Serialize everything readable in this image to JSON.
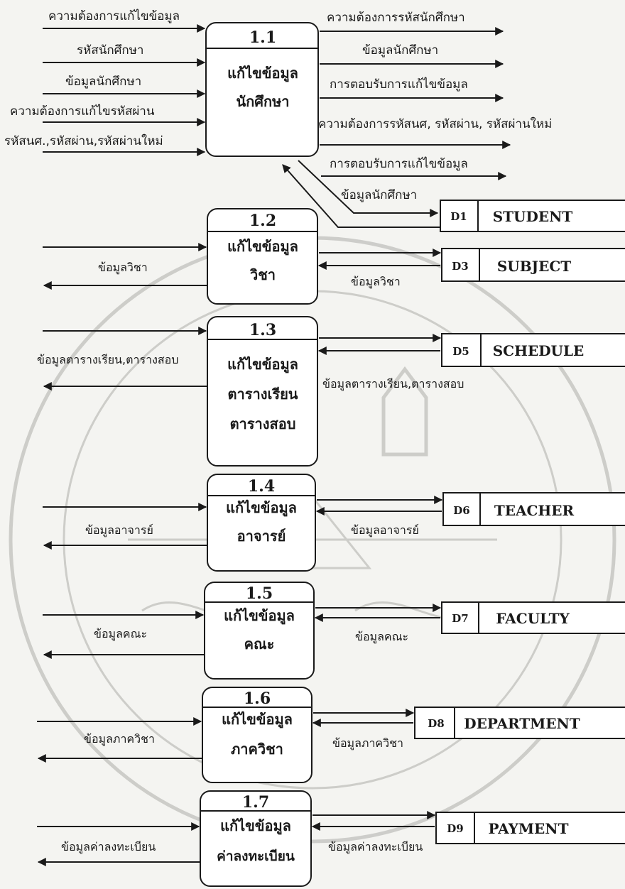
{
  "processes": [
    {
      "id": "1.1",
      "title": "แก้ไขข้อมูล",
      "subtitle": "นักศึกษา"
    },
    {
      "id": "1.2",
      "title": "แก้ไขข้อมูล",
      "subtitle": "วิชา"
    },
    {
      "id": "1.3",
      "title": "แก้ไขข้อมูล",
      "subtitle": "ตารางเรียน",
      "subtitle2": "ตารางสอบ"
    },
    {
      "id": "1.4",
      "title": "แก้ไขข้อมูล",
      "subtitle": "อาจารย์"
    },
    {
      "id": "1.5",
      "title": "แก้ไขข้อมูล",
      "subtitle": "คณะ"
    },
    {
      "id": "1.6",
      "title": "แก้ไขข้อมูล",
      "subtitle": "ภาควิชา"
    },
    {
      "id": "1.7",
      "title": "แก้ไขข้อมูล",
      "subtitle": "ค่าลงทะเบียน"
    }
  ],
  "datastores": [
    {
      "id": "D1",
      "name": "STUDENT"
    },
    {
      "id": "D3",
      "name": "SUBJECT"
    },
    {
      "id": "D5",
      "name": "SCHEDULE"
    },
    {
      "id": "D6",
      "name": "TEACHER"
    },
    {
      "id": "D7",
      "name": "FACULTY"
    },
    {
      "id": "D8",
      "name": "DEPARTMENT"
    },
    {
      "id": "D9",
      "name": "PAYMENT"
    }
  ],
  "flows": {
    "p11_in": [
      "ความต้องการแก้ไขข้อมูล",
      "รหัสนักศึกษา",
      "ข้อมูลนักศึกษา",
      "ความต้องการแก้ไขรหัสผ่าน",
      "รหัสนศ.,รหัสผ่าน,รหัสผ่านใหม่"
    ],
    "p11_out": [
      "ความต้องการรหัสนักศึกษา",
      "ข้อมูลนักศึกษา",
      "การตอบรับการแก้ไขข้อมูล",
      "ความต้องการรหัสนศ, รหัสผ่าน, รหัสผ่านใหม่",
      "การตอบรับการแก้ไขข้อมูล"
    ],
    "d1": "ข้อมูลนักศึกษา",
    "p12_left": "ข้อมูลวิชา",
    "p12_right": "ข้อมูลวิชา",
    "p13_left": "ข้อมูลตารางเรียน,ตารางสอบ",
    "p13_right": "ข้อมูลตารางเรียน,ตารางสอบ",
    "p14_left": "ข้อมูลอาจารย์",
    "p14_right": "ข้อมูลอาจารย์",
    "p15_left": "ข้อมูลคณะ",
    "p15_right": "ข้อมูลคณะ",
    "p16_left": "ข้อมูลภาควิชา",
    "p16_right": "ข้อมูลภาควิชา",
    "p17_left": "ข้อมูลค่าลงทะเบียน",
    "p17_right": "ข้อมูลค่าลงทะเบียน"
  },
  "colors": {
    "ink": "#1a1a1a",
    "watermark": "#c9c9c5",
    "paper": "#f4f4f1"
  }
}
